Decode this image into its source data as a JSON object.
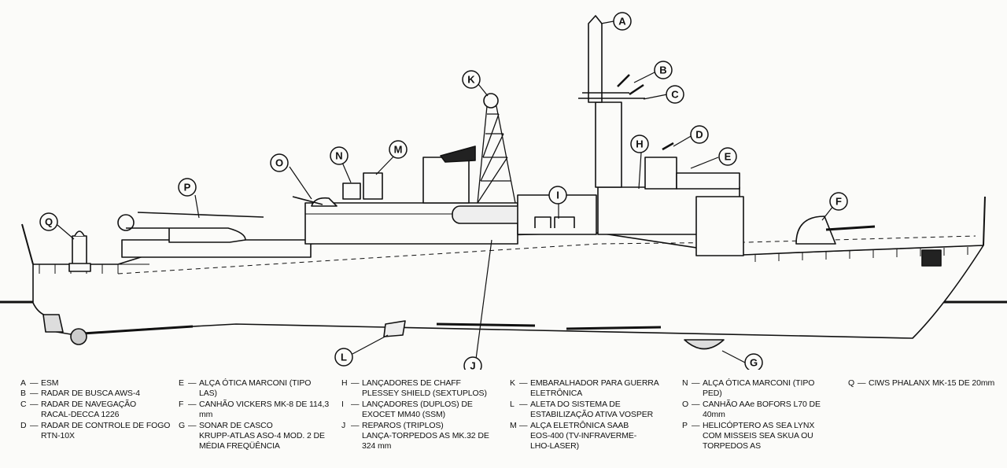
{
  "callouts": [
    "A",
    "B",
    "C",
    "D",
    "E",
    "F",
    "G",
    "H",
    "I",
    "J",
    "K",
    "L",
    "M",
    "N",
    "O",
    "P",
    "Q"
  ],
  "legend": {
    "separator": "—",
    "col1": [
      {
        "key": "A",
        "text": "ESM"
      },
      {
        "key": "B",
        "text": "RADAR DE BUSCA AWS-4"
      },
      {
        "key": "C",
        "text": "RADAR DE NAVEGAÇÃO\nRACAL-DECCA 1226"
      },
      {
        "key": "D",
        "text": "RADAR DE CONTROLE DE FOGO\nRTN-10X"
      }
    ],
    "col2": [
      {
        "key": "E",
        "text": "ALÇA ÓTICA MARCONI (TIPO\nLAS)"
      },
      {
        "key": "F",
        "text": "CANHÃO VICKERS MK-8 DE 114,3\nmm"
      },
      {
        "key": "G",
        "text": "SONAR DE CASCO\nKRUPP-ATLAS ASO-4 MOD. 2 DE\nMÉDIA FREQÜÊNCIA"
      }
    ],
    "col3": [
      {
        "key": "H",
        "text": "LANÇADORES DE CHAFF\nPLESSEY SHIELD (SEXTUPLOS)"
      },
      {
        "key": "I",
        "text": "LANÇADORES (DUPLOS) DE\nEXOCET MM40 (SSM)"
      },
      {
        "key": "J",
        "text": "REPAROS (TRIPLOS)\nLANÇA-TORPEDOS AS MK.32 DE\n324 mm"
      }
    ],
    "col4": [
      {
        "key": "K",
        "text": "EMBARALHADOR PARA GUERRA\nELETRÔNICA"
      },
      {
        "key": "L",
        "text": "ALETA DO SISTEMA DE\nESTABILIZAÇÃO ATIVA VOSPER"
      },
      {
        "key": "M",
        "text": "ALÇA ELETRÔNICA SAAB\nEOS-400 (TV-INFRAVERME-\nLHO-LASER)"
      }
    ],
    "col5": [
      {
        "key": "N",
        "text": "ALÇA ÓTICA MARCONI (TIPO\nPED)"
      },
      {
        "key": "O",
        "text": "CANHÃO AAe BOFORS L70 DE\n40mm"
      },
      {
        "key": "P",
        "text": "HELICÓPTERO AS SEA LYNX\nCOM MISSEIS SEA SKUA OU\nTORPEDOS AS"
      }
    ],
    "col6": [
      {
        "key": "Q",
        "text": "CIWS PHALANX MK-15 DE 20mm"
      }
    ]
  }
}
